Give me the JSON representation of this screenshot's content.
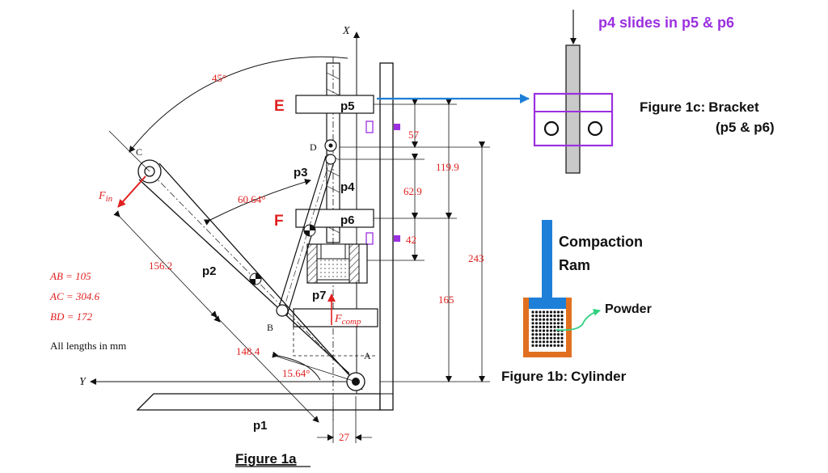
{
  "labels": {
    "axis_x": "X",
    "axis_y": "Y",
    "angle_45": "45°",
    "angle_6064": "60.64°",
    "angle_1564": "15.64°",
    "E": "E",
    "F": "F",
    "C": "C",
    "D": "D",
    "B": "B",
    "A": "A",
    "p1": "p1",
    "p2": "p2",
    "p3": "p3",
    "p4": "p4",
    "p5": "p5",
    "p6": "p6",
    "p7": "p7",
    "fin_main": "F",
    "fin_sub": "in",
    "fcomp_main": "F",
    "fcomp_sub": "comp"
  },
  "dimensions": {
    "d57": "57",
    "d1199": "119.9",
    "d629": "62.9",
    "d42": "42",
    "d243": "243",
    "d165": "165",
    "d1562": "156.2",
    "d1484": "148.4",
    "d27": "27"
  },
  "lengths": {
    "ab": "AB = 105",
    "ac": "AC = 304.6",
    "bd": "BD = 172",
    "units": "All lengths in mm"
  },
  "figure_1a": {
    "caption": "Figure 1a"
  },
  "figure_1b": {
    "caption_prefix": "Figure 1b:",
    "caption_name": "Cylinder",
    "ram_label_line1": "Compaction",
    "ram_label_line2": "Ram",
    "powder_label": "Powder"
  },
  "figure_1c": {
    "top_note": "p4 slides in p5 & p6",
    "caption_prefix": "Figure 1c:",
    "caption_name": "Bracket",
    "caption_sub": "(p5 & p6)"
  },
  "colors": {
    "red": "#e02020",
    "purple": "#9b30e0",
    "blue": "#1e7fd8",
    "orange": "#e07020",
    "green": "#30d080"
  }
}
